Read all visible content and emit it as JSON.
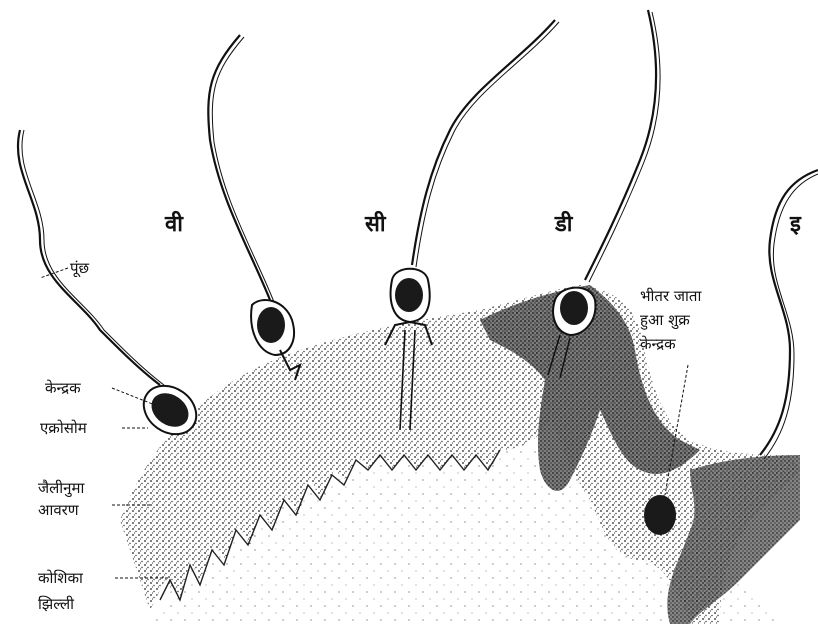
{
  "stage_labels": {
    "b": "वी",
    "c": "सी",
    "d": "डी",
    "e": "इ"
  },
  "labels": {
    "tail": "पूंछ",
    "nucleus": "केन्द्रक",
    "acrosome": "एक्रोसोम",
    "jelly_coat_line1": "जैलीनुमा",
    "jelly_coat_line2": "आवरण",
    "cell_membrane_line1": "कोशिका",
    "cell_membrane_line2": "झिल्ली",
    "entering_line1": "भीतर जाता",
    "entering_line2": "हुआ शुक्र",
    "entering_line3": "केन्द्रक"
  }
}
